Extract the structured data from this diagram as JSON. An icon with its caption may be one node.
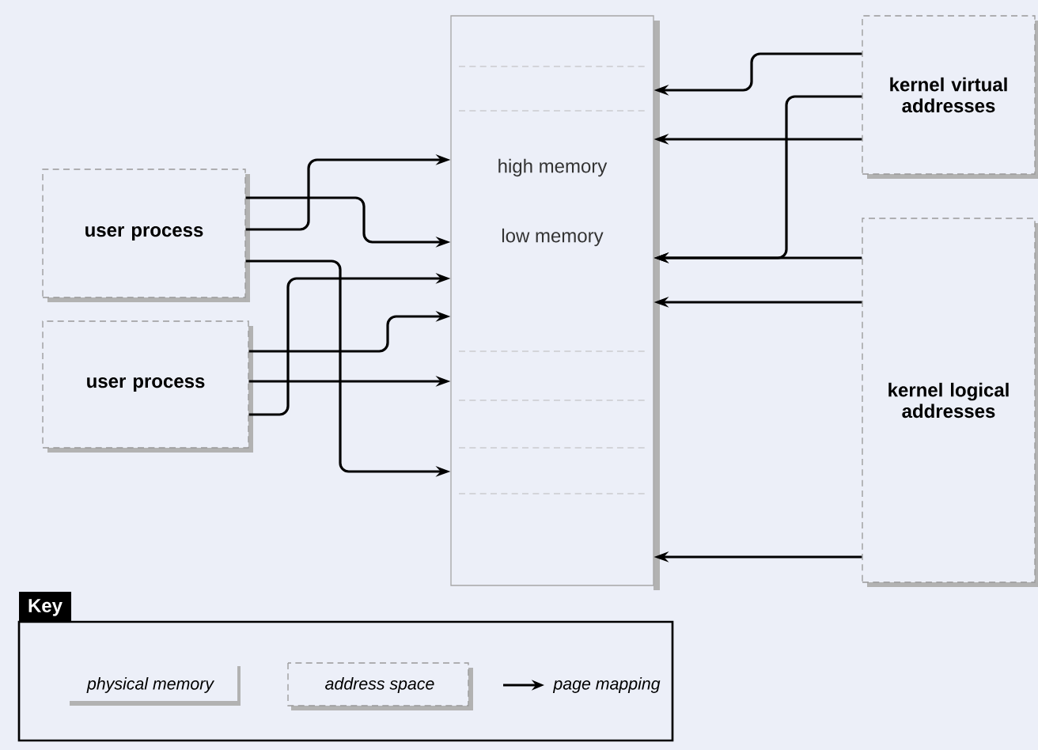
{
  "diagram": {
    "nodes": [
      {
        "text": [
          "high memory",
          "low memory"
        ]
      },
      {
        "text": [
          "user process"
        ]
      },
      {
        "text": [
          "user process"
        ]
      },
      {
        "text": [
          "kernel virtual addresses"
        ]
      },
      {
        "text": [
          "kernel logical addresses"
        ]
      }
    ],
    "edges": [
      {
        "from": 1,
        "to": 0,
        "arrow": "to"
      },
      {
        "from": 1,
        "to": 0,
        "arrow": "to"
      },
      {
        "from": 1,
        "to": 0,
        "arrow": "to"
      },
      {
        "from": 2,
        "to": 0,
        "arrow": "to"
      },
      {
        "from": 2,
        "to": 0,
        "arrow": "to"
      },
      {
        "from": 2,
        "to": 0,
        "arrow": "to"
      },
      {
        "from": 3,
        "to": 0,
        "arrow": "to"
      },
      {
        "from": 3,
        "to": 0,
        "arrow": "to"
      },
      {
        "from": 3,
        "to": 0,
        "arrow": "to"
      },
      {
        "from": 4,
        "to": 0,
        "arrow": "to"
      },
      {
        "from": 4,
        "to": 0,
        "arrow": "to"
      },
      {
        "from": 4,
        "to": 0,
        "arrow": "to"
      }
    ],
    "labels": [
      "Key"
    ],
    "legend": [
      {
        "text": "physical memory"
      },
      {
        "text": "address space"
      },
      {
        "text": "page mapping"
      }
    ]
  }
}
